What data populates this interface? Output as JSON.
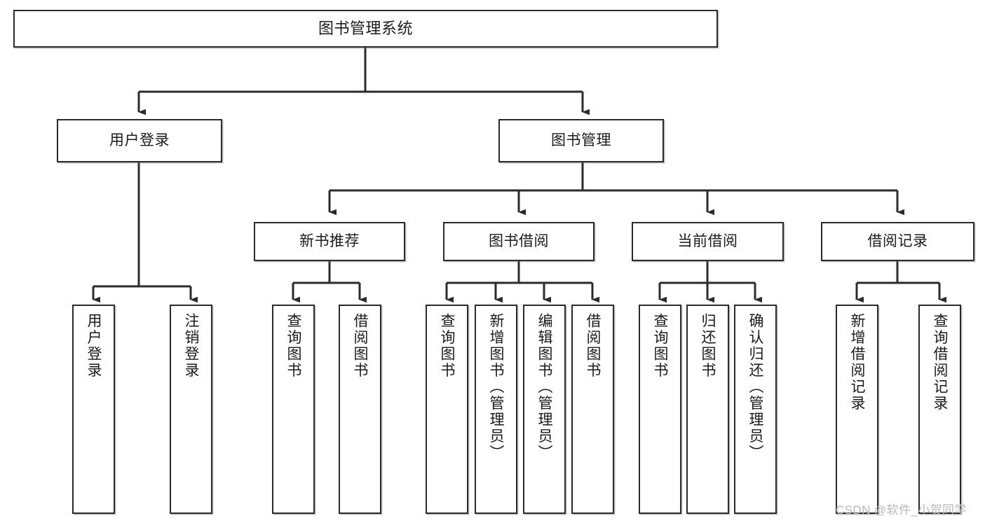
{
  "diagram": {
    "title": "图书管理系统",
    "type": "tree",
    "watermark": "CSDN @软件_小贺同学",
    "colors": {
      "stroke": "#2b2b2b",
      "fill": "#ffffff",
      "text": "#1b1b1b",
      "watermark": "#b9b9b9"
    },
    "nodes": {
      "root": {
        "label": "图书管理系统"
      },
      "level2": [
        {
          "id": "user-login",
          "label": "用户登录"
        },
        {
          "id": "book-manage",
          "label": "图书管理"
        }
      ],
      "level3": [
        {
          "id": "new-book-recommend",
          "label": "新书推荐"
        },
        {
          "id": "book-borrow",
          "label": "图书借阅"
        },
        {
          "id": "current-borrow",
          "label": "当前借阅"
        },
        {
          "id": "borrow-record",
          "label": "借阅记录"
        }
      ],
      "leaves": [
        {
          "id": "leaf-user-login",
          "label": "用户登录",
          "parent": "user-login"
        },
        {
          "id": "leaf-logout-login",
          "label": "注销登录",
          "parent": "user-login"
        },
        {
          "id": "leaf-query-book-1",
          "label": "查询图书",
          "parent": "new-book-recommend"
        },
        {
          "id": "leaf-borrow-book-1",
          "label": "借阅图书",
          "parent": "new-book-recommend"
        },
        {
          "id": "leaf-query-book-2",
          "label": "查询图书",
          "parent": "book-borrow"
        },
        {
          "id": "leaf-add-book",
          "label": "新增图书（管理员）",
          "parent": "book-borrow"
        },
        {
          "id": "leaf-edit-book",
          "label": "编辑图书（管理员）",
          "parent": "book-borrow"
        },
        {
          "id": "leaf-borrow-book-2",
          "label": "借阅图书",
          "parent": "book-borrow"
        },
        {
          "id": "leaf-query-book-3",
          "label": "查询图书",
          "parent": "current-borrow"
        },
        {
          "id": "leaf-return-book",
          "label": "归还图书",
          "parent": "current-borrow"
        },
        {
          "id": "leaf-confirm-return",
          "label": "确认归还（管理员）",
          "parent": "current-borrow"
        },
        {
          "id": "leaf-add-record",
          "label": "新增借阅记录",
          "parent": "borrow-record"
        },
        {
          "id": "leaf-query-record",
          "label": "查询借阅记录",
          "parent": "borrow-record"
        }
      ]
    }
  }
}
